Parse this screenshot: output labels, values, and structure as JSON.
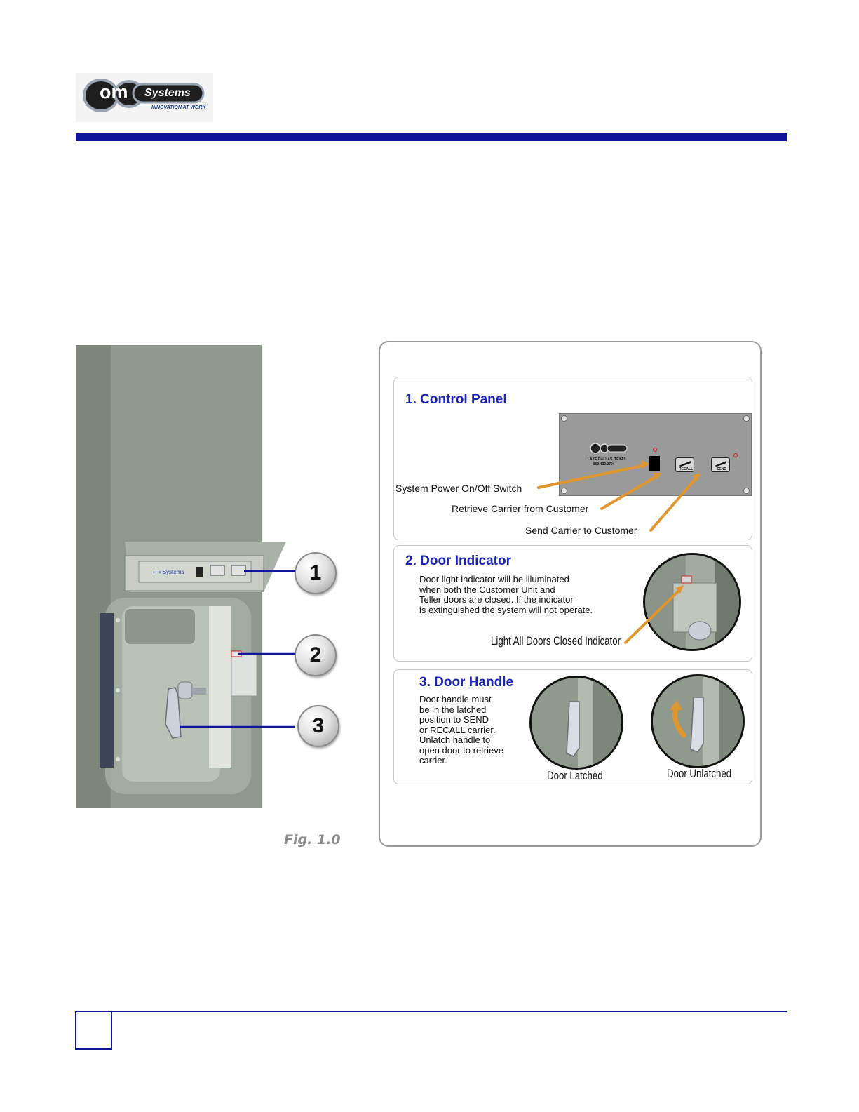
{
  "logo": {
    "word1": "om",
    "word2": "Systems",
    "tagline": "INNOVATION AT WORK"
  },
  "figure": {
    "caption": "Fig. 1.0",
    "callouts": [
      "1",
      "2",
      "3"
    ]
  },
  "sections": {
    "control_panel": {
      "title": "1. Control Panel",
      "labels": {
        "power": "System Power On/Off  Switch",
        "retrieve": "Retrieve Carrier from Customer",
        "send": "Send Carrier to Customer"
      },
      "panel": {
        "recall": "RECALL",
        "send": "SEND",
        "location": "LAKE DALLAS, TEXAS",
        "phone": "800.433.2794"
      }
    },
    "door_indicator": {
      "title": "2. Door Indicator",
      "body": [
        "Door light indicator will be illuminated",
        "when both the Customer Unit and",
        "Teller doors are closed.  If the indicator",
        "is extinguished the system will not operate."
      ],
      "label": "Light All Doors Closed Indicator"
    },
    "door_handle": {
      "title": "3. Door Handle",
      "body": [
        "Door handle must",
        "be in the latched",
        "position to SEND",
        "or RECALL carrier.",
        "Unlatch handle to",
        "open door to retrieve",
        "carrier."
      ],
      "latched": "Door Latched",
      "unlatched": "Door Unlatched"
    }
  },
  "colors": {
    "accent": "#10169a",
    "section_title": "#1a23b4",
    "arrow": "#e0962e"
  }
}
